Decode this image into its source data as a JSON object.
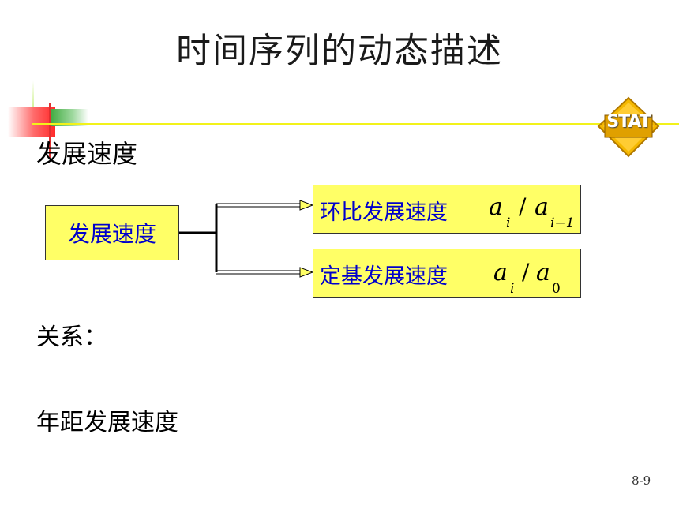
{
  "slide": {
    "title": "时间序列的动态描述",
    "heading": "发展速度",
    "logo_text": "STAT",
    "page_number": "8-9"
  },
  "diagram": {
    "root": "发展速度",
    "branches": [
      {
        "label": "环比发展速度",
        "formula": {
          "num": "a",
          "num_sub": "i",
          "den": "a",
          "den_sub": "i−1"
        }
      },
      {
        "label": "定基发展速度",
        "formula": {
          "num": "a",
          "num_sub": "i",
          "den": "a",
          "den_sub": "0"
        }
      }
    ]
  },
  "body": {
    "relation_label": "关系：",
    "annual_label": "年距发展速度"
  },
  "colors": {
    "box_fill": "#ffff66",
    "box_text": "#0000cc",
    "accent_line": "#f2f21a",
    "logo_fill": "#f5b800"
  }
}
